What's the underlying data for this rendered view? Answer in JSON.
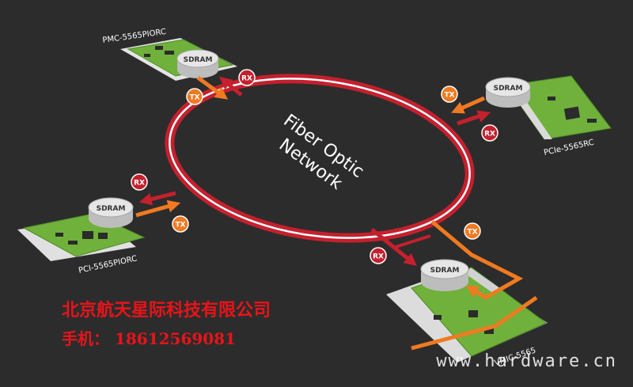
{
  "network": {
    "label_line1": "Fiber Optic",
    "label_line2": "Network"
  },
  "common": {
    "memory_label": "SDRAM",
    "tx_label": "TX",
    "rx_label": "RX"
  },
  "cards": [
    {
      "name": "PMC-5565PIORC"
    },
    {
      "name": "PCIe-5565RC"
    },
    {
      "name": "PCI-5565PIORC"
    },
    {
      "name": "VMIC-5565"
    }
  ],
  "contact": {
    "company": "北京航天星际科技有限公司",
    "phone": "手机：  18612569081"
  },
  "watermark": "www.hardware.cn",
  "colors": {
    "background": "#2c2c2c",
    "ring": "#c4202e",
    "ring_inner": "#ffffff",
    "tx_arrow": "#f07a21",
    "rx_arrow": "#c4202e",
    "board": "#6fb13b",
    "disk": "#d6d6d6",
    "contact_text": "#e8141a"
  }
}
